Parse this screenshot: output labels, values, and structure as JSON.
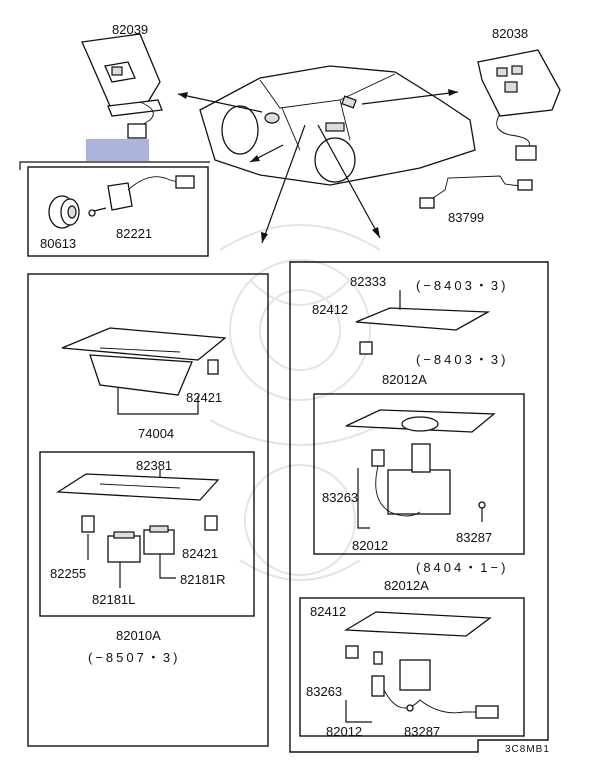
{
  "labels": {
    "p82039": "82039",
    "p82038": "82038",
    "p80613": "80613",
    "p82221": "82221",
    "p83799": "83799",
    "p82333": "82333",
    "range_8403_a": "(−8403・3)",
    "p82412_top": "82412",
    "range_8403_b": "(−8403・3)",
    "p82012A_top": "82012A",
    "p83263_top": "83263",
    "p82012_top": "82012",
    "p83287_top": "83287",
    "range_8404": "(8404・1−)",
    "p82012A_bot": "82012A",
    "p82412_bot": "82412",
    "p83263_bot": "83263",
    "p82012_bot": "82012",
    "p83287_bot": "83287",
    "p74004": "74004",
    "p82421_a": "82421",
    "p82381": "82381",
    "p82255": "82255",
    "p82421_b": "82421",
    "p82181R": "82181R",
    "p82181L": "82181L",
    "p82010A": "82010A",
    "range_8507": "(−8507・3)",
    "code": "3C8MB1"
  },
  "colors": {
    "highlight": "#aeb3dc",
    "line": "#111111",
    "watermark": "#e4e4e4"
  }
}
